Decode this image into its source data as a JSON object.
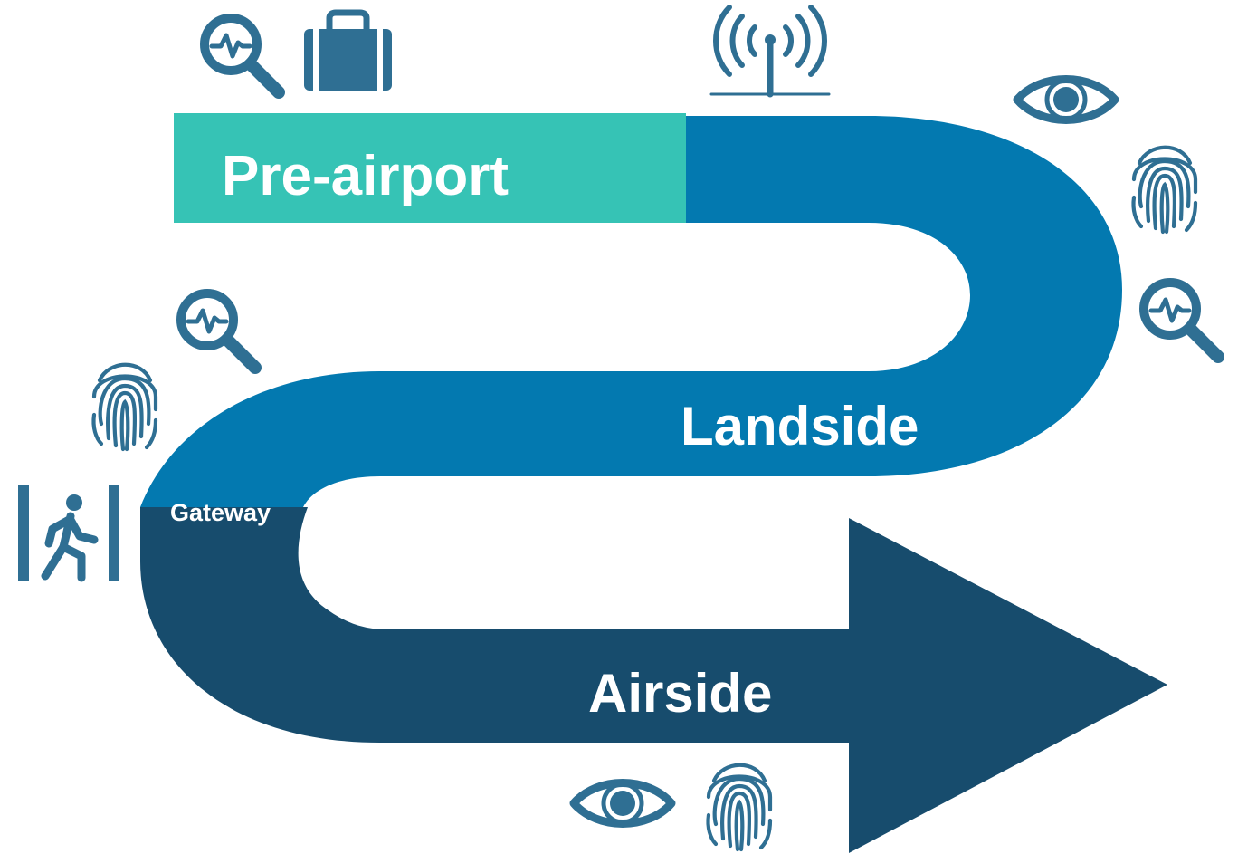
{
  "labels": {
    "pre_airport": "Pre-airport",
    "landside": "Landside",
    "gateway": "Gateway",
    "airside": "Airside"
  },
  "colors": {
    "pre_airport": "#36c3b5",
    "landside": "#0379b0",
    "airside": "#174c6d",
    "icon": "#2f6f93"
  },
  "icons": [
    "magnifier-pulse-icon",
    "suitcase-icon",
    "antenna-icon",
    "eye-icon",
    "fingerprint-icon",
    "gate-walk-icon"
  ]
}
